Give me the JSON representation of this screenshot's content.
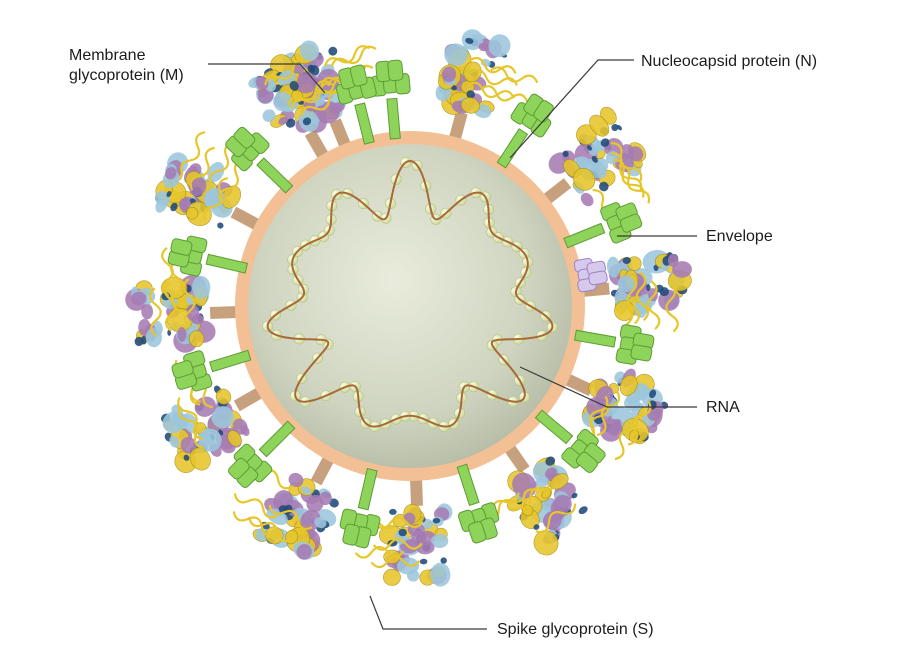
{
  "labels": {
    "membrane_line1": "Membrane",
    "membrane_line2": "glycoprotein (M)",
    "nucleocapsid": "Nucleocapsid protein (N)",
    "envelope": "Envelope",
    "rna": "RNA",
    "spike": "Spike glycoprotein (S)"
  },
  "colors": {
    "background": "#ffffff",
    "core": "#c9ceb9",
    "membrane": "#f3bf94",
    "membrane_protein": "#8ed35a",
    "envelope_protein": "#d6c9ec",
    "rna_strand": "#a86a33",
    "nucleocapsid_bead": "#e7edbc",
    "spike_yellow": "#e6c62a",
    "spike_blue": "#9cc6dc",
    "spike_purple": "#a57bb3",
    "spike_navy": "#1f4a7a",
    "leader_line": "#3a3a3a"
  },
  "structures": {
    "spike_count": 12,
    "membrane_protein_count": 12,
    "envelope_protein_count": 1
  }
}
